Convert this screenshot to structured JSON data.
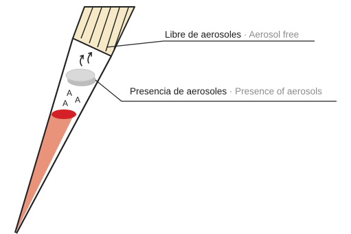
{
  "callouts": {
    "top": {
      "spanish": "Libre de aerosoles",
      "separator": " · ",
      "english": "Aerosol free"
    },
    "middle": {
      "spanish": "Presencia de aerosoles",
      "separator": " · ",
      "english": "Presence of aerosols"
    }
  },
  "aerosol_letters": [
    "A",
    "A",
    "A"
  ],
  "colors": {
    "primary_text": "#1a1a1a",
    "secondary_text": "#8c8c8c",
    "filter_body": "#f5e9c8",
    "outline": "#222222",
    "liquid": "#e8937a",
    "liquid_surface": "#d42027",
    "aerosol_barrier": "#d9d9d9"
  }
}
